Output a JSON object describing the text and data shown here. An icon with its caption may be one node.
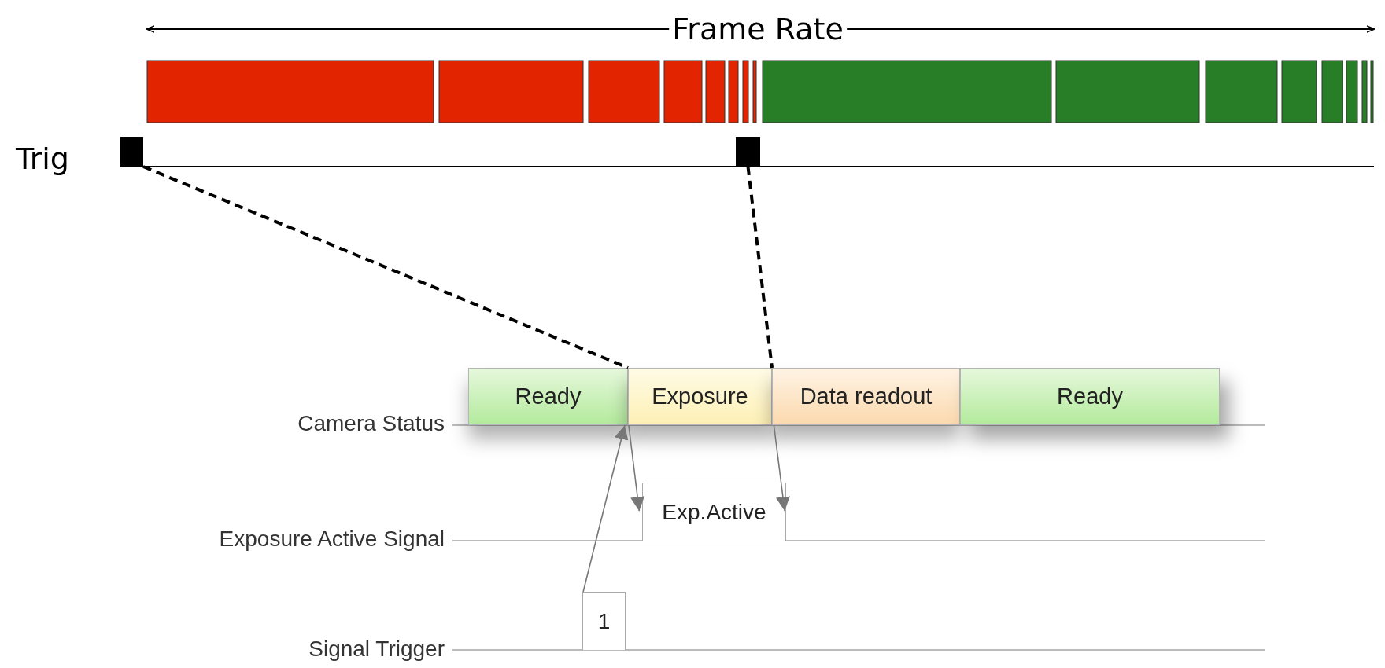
{
  "diagram": {
    "nodes": [
      {
        "text": [],
        "shape": "bar"
      },
      {
        "text": [],
        "shape": "bar"
      },
      {
        "text": [
          "Ready"
        ]
      },
      {
        "text": [
          "Exposure"
        ]
      },
      {
        "text": [
          "Data readout"
        ]
      },
      {
        "text": [
          "Ready"
        ]
      },
      {
        "text": [
          "Exp.Active"
        ]
      },
      {
        "text": [
          "1"
        ]
      }
    ],
    "edges": [
      {
        "from": 0,
        "to": 3,
        "arrow": "none",
        "style": "dashed",
        "color": "#000000"
      },
      {
        "from": 1,
        "to": 3,
        "arrow": "none",
        "style": "dashed",
        "color": "#000000"
      },
      {
        "from": 7,
        "to": 2,
        "arrow": "to"
      },
      {
        "from": 3,
        "to": 6,
        "arrow": "to"
      },
      {
        "from": 4,
        "to": 6,
        "arrow": "to"
      }
    ],
    "labels": [
      "Frame Rate",
      "Trig",
      "Camera Status",
      "Exposure Active Signal",
      "Signal Trigger"
    ]
  }
}
